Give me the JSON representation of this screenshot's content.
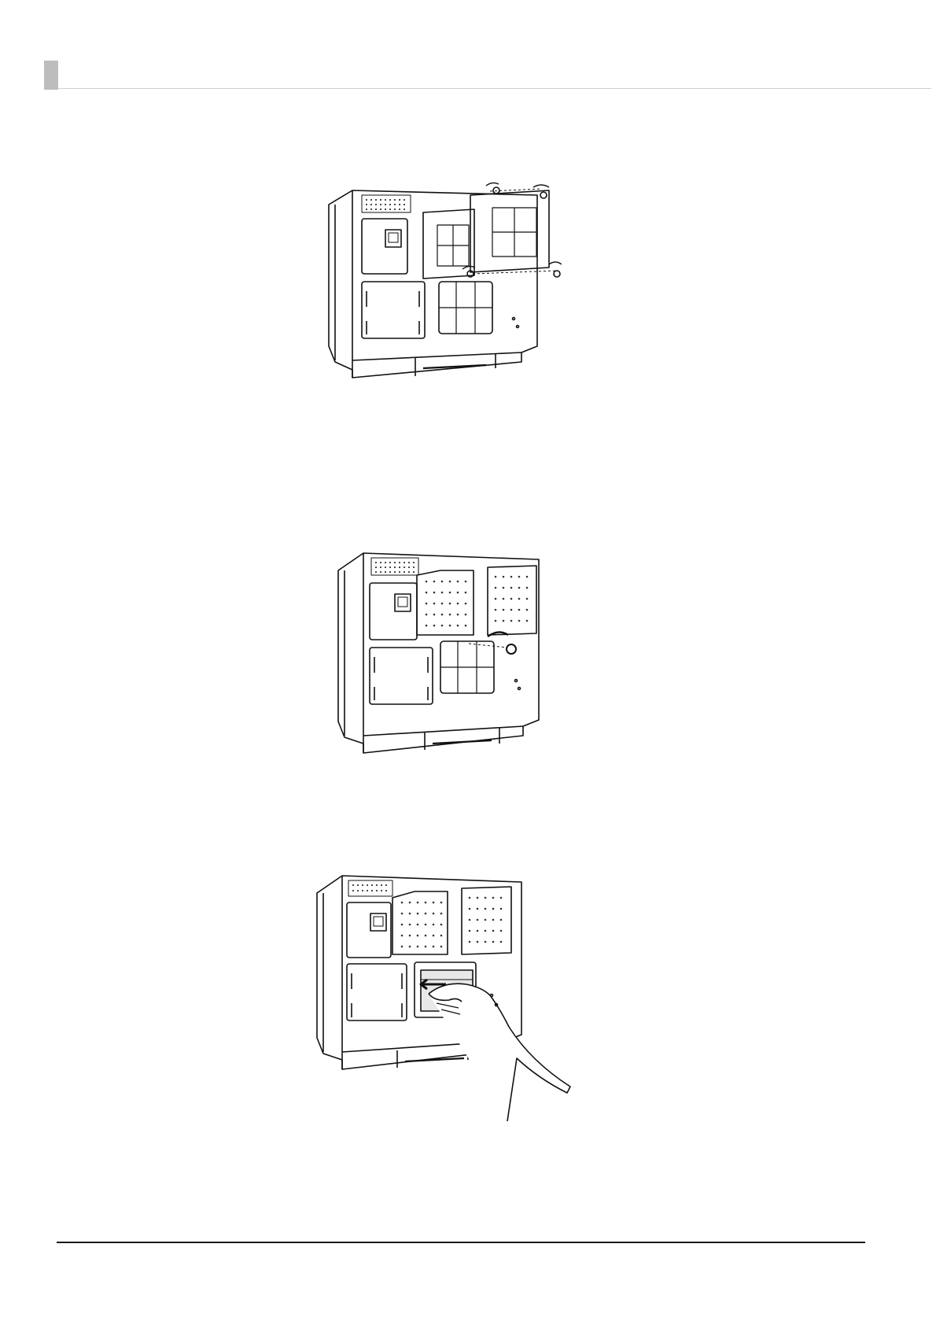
{
  "page": {
    "header_tab_color": "#bdbdbd",
    "header_rule_color": "#cfcfcf",
    "footer_rule_color": "#1a1a1a"
  },
  "figures": [
    {
      "id": "figure-1",
      "icon": "printer-rear-filter-panel-removal-illustration"
    },
    {
      "id": "figure-2",
      "icon": "printer-rear-screw-removal-illustration"
    },
    {
      "id": "figure-3",
      "icon": "printer-rear-hand-removing-part-illustration"
    }
  ]
}
